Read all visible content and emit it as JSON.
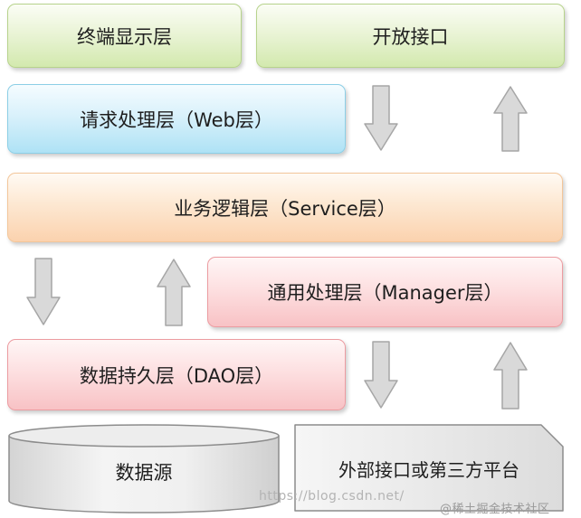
{
  "layers": {
    "terminal": "终端显示层",
    "open_api": "开放接口",
    "web": "请求处理层（Web层）",
    "service": "业务逻辑层（Service层）",
    "manager": "通用处理层（Manager层）",
    "dao": "数据持久层（DAO层）",
    "datasource": "数据源",
    "external": "外部接口或第三方平台"
  },
  "watermark": {
    "url": "https://blog.csdn.net/",
    "platform": "@稀土掘金技术社区"
  },
  "colors": {
    "green_fill": "#e3f0cb",
    "blue_fill": "#cdeefa",
    "orange_fill": "#fde0c4",
    "red_fill": "#fbd6d8",
    "arrow_fill": "#d9d9d9"
  },
  "icons": [
    "down-arrow-icon",
    "up-arrow-icon"
  ]
}
